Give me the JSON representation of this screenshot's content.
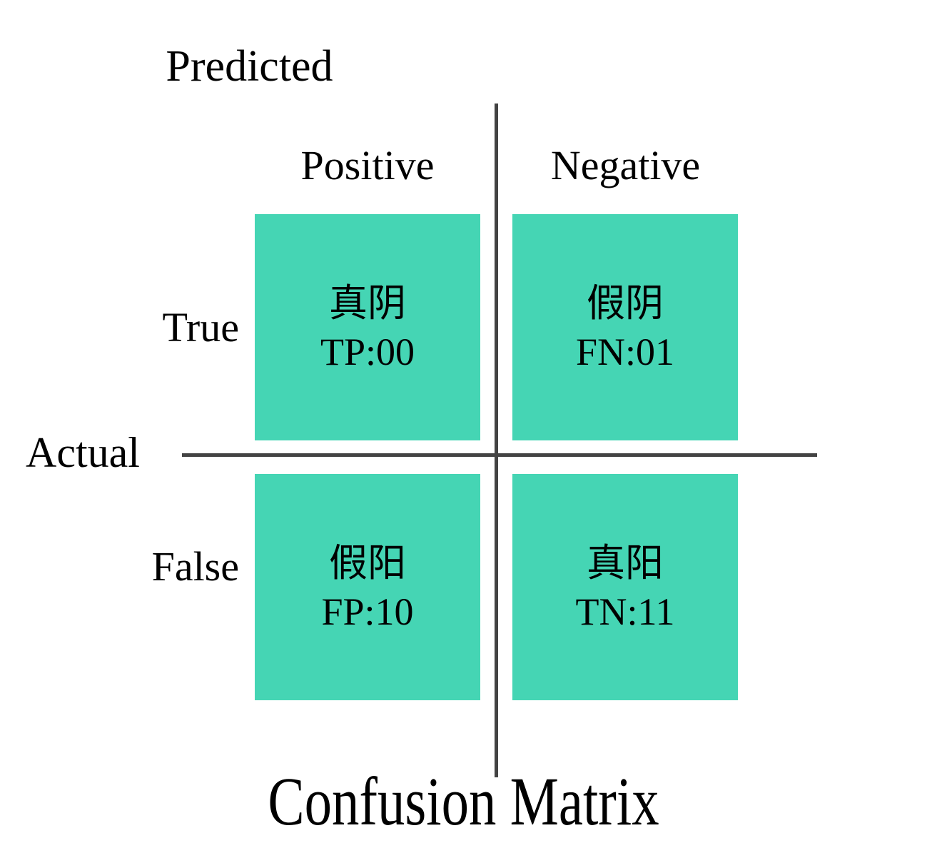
{
  "figure": {
    "title": "Confusion Matrix",
    "accent_color": "#45d5b4",
    "line_color": "#434343",
    "background_color": "#ffffff"
  },
  "axes": {
    "x_title": "Predicted",
    "y_title": "Actual",
    "column_headers": [
      "Positive",
      "Negative"
    ],
    "row_headers": [
      "True",
      "False"
    ]
  },
  "cells": {
    "tp": {
      "cn": "真阴",
      "code": "TP:00"
    },
    "fn": {
      "cn": "假阴",
      "code": "FN:01"
    },
    "fp": {
      "cn": "假阳",
      "code": "FP:10"
    },
    "tn": {
      "cn": "真阳",
      "code": "TN:11"
    }
  },
  "chart_data": {
    "type": "heatmap",
    "title": "Confusion Matrix",
    "xlabel": "Predicted",
    "ylabel": "Actual",
    "categories_x": [
      "Positive",
      "Negative"
    ],
    "categories_y": [
      "True",
      "False"
    ],
    "grid": false,
    "legend": "none",
    "cell_color": "#45d5b4",
    "cells": [
      {
        "row": "True",
        "col": "Positive",
        "label_cn": "真阴",
        "code": "TP",
        "value": "00",
        "text": "TP:00"
      },
      {
        "row": "True",
        "col": "Negative",
        "label_cn": "假阴",
        "code": "FN",
        "value": "01",
        "text": "FN:01"
      },
      {
        "row": "False",
        "col": "Positive",
        "label_cn": "假阳",
        "code": "FP",
        "value": "10",
        "text": "FP:10"
      },
      {
        "row": "False",
        "col": "Negative",
        "label_cn": "真阳",
        "code": "TN",
        "value": "11",
        "text": "TN:11"
      }
    ]
  }
}
